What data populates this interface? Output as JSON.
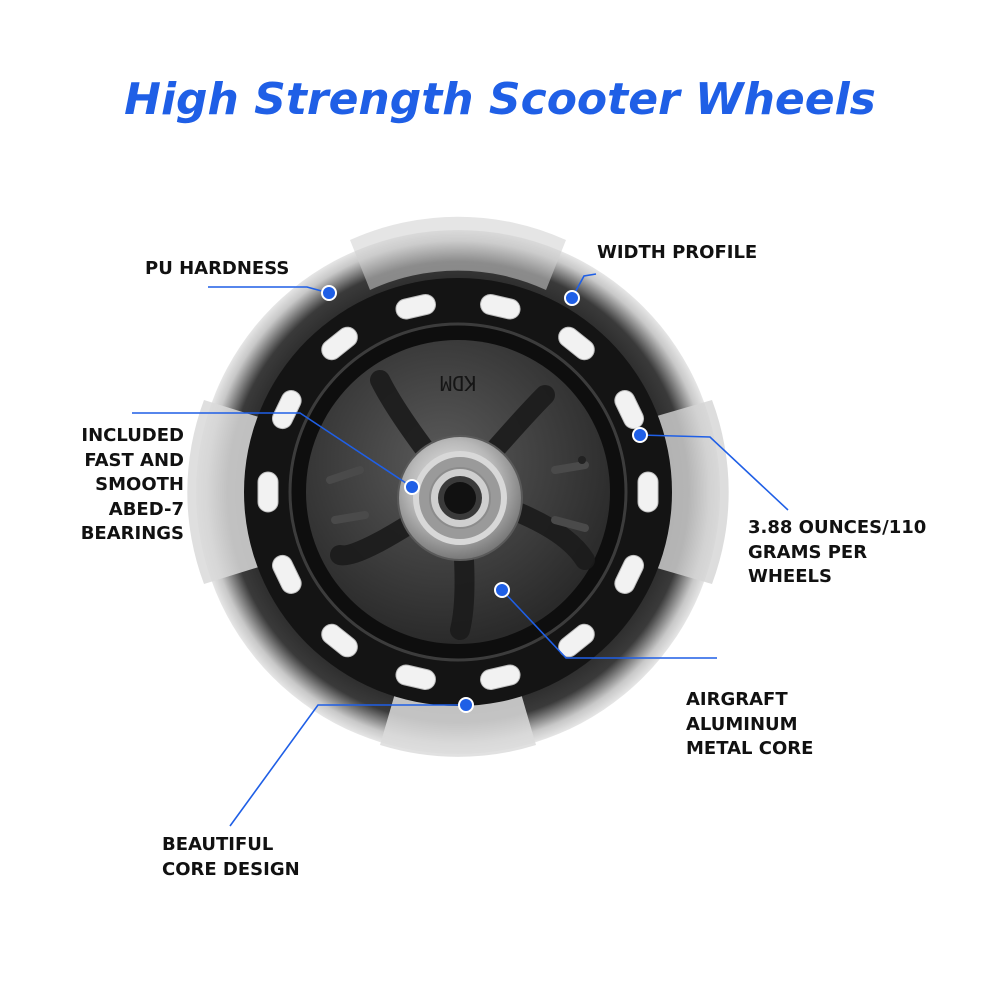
{
  "title": "High Strength Scooter Wheels",
  "hub_marking": "KDM",
  "callouts": {
    "pu_hardness": "PU HARDNESS",
    "width_profile": "WIDTH PROFILE",
    "bearings": "INCLUDED\nFAST AND\nSMOOTH\nABED-7\nBEARINGS",
    "weight": "3.88 OUNCES/110\nGRAMS PER\nWHEELS",
    "core": "AIRGRAFT\nALUMINUM\nMETAL CORE",
    "design": "BEAUTIFUL\nCORE DESIGN"
  },
  "colors": {
    "accent": "#1f5fe6",
    "text": "#111111"
  }
}
